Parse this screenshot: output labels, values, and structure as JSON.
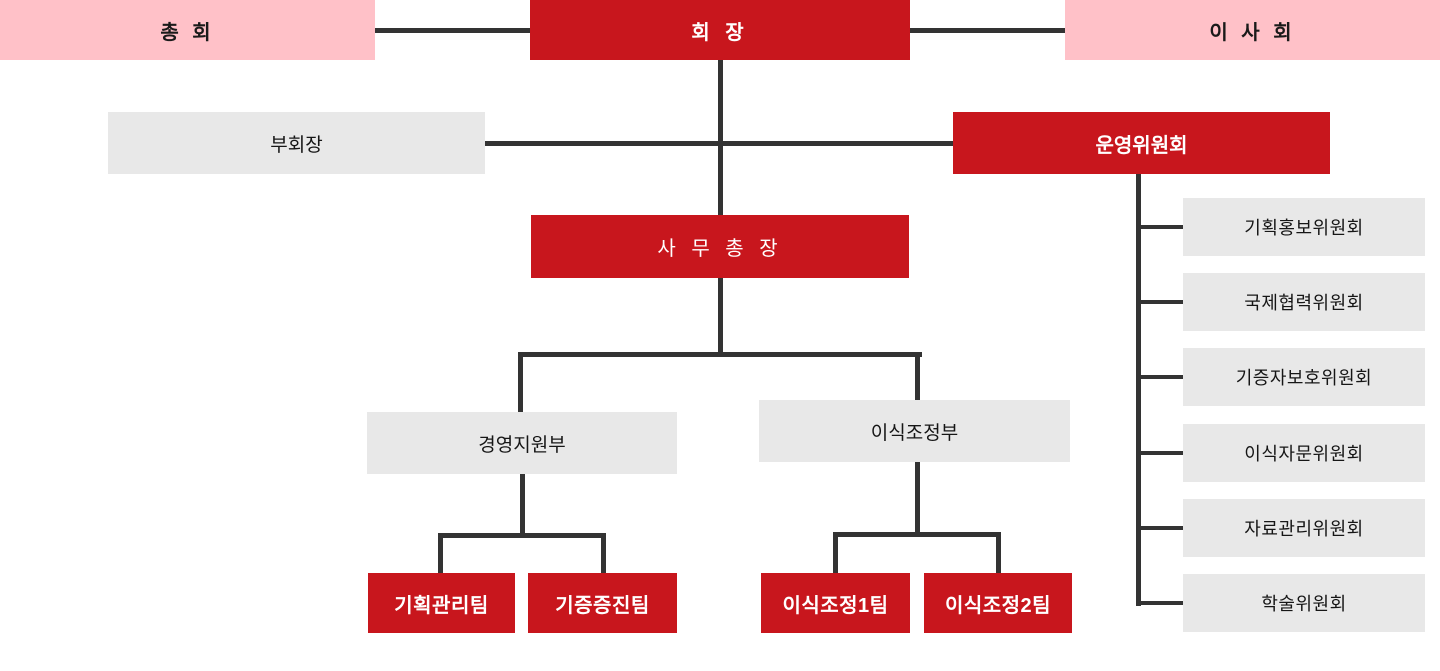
{
  "diagram": {
    "type": "org-chart",
    "language": "ko"
  },
  "nodes": {
    "assembly": {
      "label": "총 회",
      "style": "pink"
    },
    "chairman": {
      "label": "회 장",
      "style": "red"
    },
    "board_of_directors": {
      "label": "이 사 회",
      "style": "pink"
    },
    "vice_chairman": {
      "label": "부회장",
      "style": "gray"
    },
    "steering_committee": {
      "label": "운영위원회",
      "style": "red"
    },
    "secretary_general": {
      "label": "사 무 총 장",
      "style": "red"
    },
    "management_support_dept": {
      "label": "경영지원부",
      "style": "gray"
    },
    "transplant_coordination_dept": {
      "label": "이식조정부",
      "style": "gray"
    },
    "planning_management_team": {
      "label": "기획관리팀",
      "style": "red"
    },
    "donation_promotion_team": {
      "label": "기증증진팀",
      "style": "red"
    },
    "transplant_coordination_team1": {
      "label": "이식조정1팀",
      "style": "red"
    },
    "transplant_coordination_team2": {
      "label": "이식조정2팀",
      "style": "red"
    }
  },
  "committees": [
    {
      "label": "기획홍보위원회"
    },
    {
      "label": "국제협력위원회"
    },
    {
      "label": "기증자보호위원회"
    },
    {
      "label": "이식자문위원회"
    },
    {
      "label": "자료관리위원회"
    },
    {
      "label": "학술위원회"
    }
  ],
  "colors": {
    "red": "#c8161d",
    "pink": "#ffc1c8",
    "gray": "#e8e8e8",
    "line": "#333333",
    "text_dark": "#1a1a1a",
    "text_light": "#ffffff"
  }
}
